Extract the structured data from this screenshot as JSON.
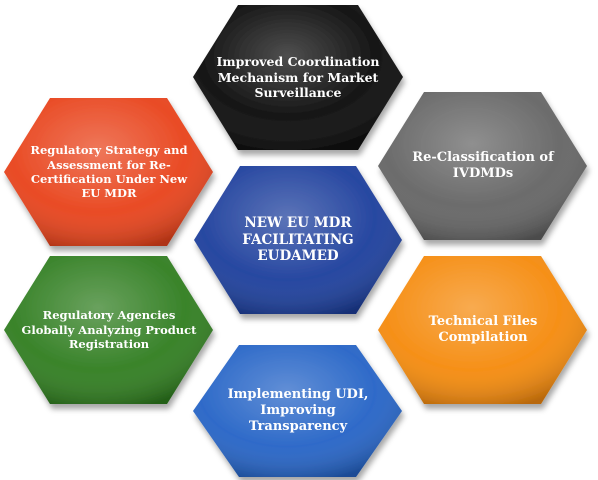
{
  "colors": {
    "black": "#0a0a0a",
    "gray": "#646464",
    "red": "#e8421a",
    "blue": "#1c3e9c",
    "green": "#2f7d1f",
    "orange": "#f58a0c",
    "azure": "#2463c6"
  },
  "hexagons": {
    "top": {
      "label": "Improved Coordination\nMechanism for Market\nSurveillance",
      "color": "#0a0a0a"
    },
    "upper_right": {
      "label": "Re-Classification of\nIVDMDs",
      "color": "#646464"
    },
    "upper_left": {
      "label": "Regulatory Strategy and\nAssessment for Re-\nCertification Under New\nEU MDR",
      "color": "#e8421a"
    },
    "center": {
      "label": "NEW EU MDR\nFACILITATING\nEUDAMED",
      "color": "#1c3e9c"
    },
    "lower_left": {
      "label": "Regulatory  Agencies\nGlobally Analyzing Product\nRegistration",
      "color": "#2f7d1f"
    },
    "lower_right": {
      "label": "Technical Files\nCompilation",
      "color": "#f58a0c"
    },
    "bottom": {
      "label": "Implementing UDI,\nImproving\nTransparency",
      "color": "#2463c6"
    }
  }
}
